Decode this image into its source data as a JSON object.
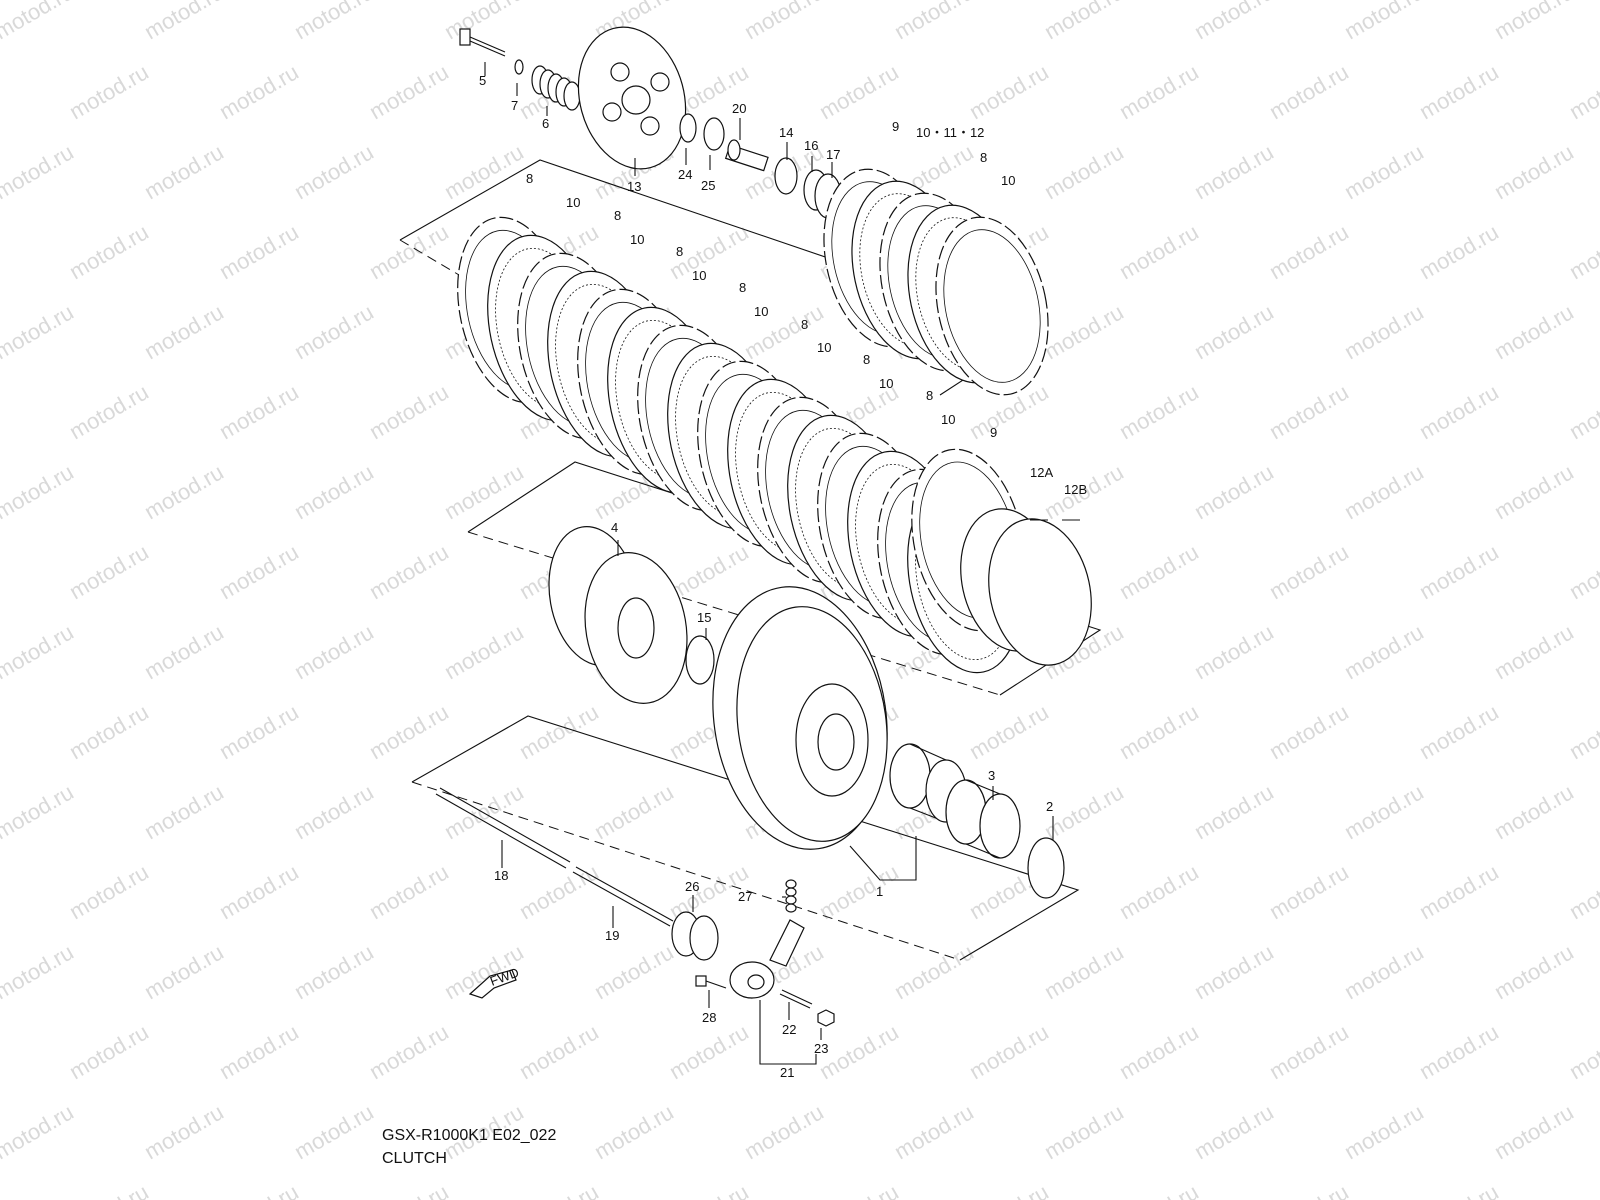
{
  "watermark": "motod.ru",
  "captions": {
    "model_code": "GSX-R1000K1 E02_022",
    "section_name": "CLUTCH"
  },
  "fwd_mark": "FWD",
  "callouts": {
    "c1": "1",
    "c2": "2",
    "c3": "3",
    "c4": "4",
    "c5": "5",
    "c6": "6",
    "c7": "7",
    "c8a": "8",
    "c8b": "8",
    "c8c": "8",
    "c8d": "8",
    "c8e": "8",
    "c8f": "8",
    "c8g": "8",
    "c8h": "8",
    "c9a": "9",
    "c9b": "9",
    "c10a": "10",
    "c10b": "10",
    "c10c": "10",
    "c10d": "10",
    "c10e": "10",
    "c10f": "10",
    "c10g": "10",
    "c10h": "10",
    "c10_11_12": "10・11・12",
    "c12A": "12A",
    "c12B": "12B",
    "c13": "13",
    "c14": "14",
    "c15": "15",
    "c16": "16",
    "c17": "17",
    "c18": "18",
    "c19": "19",
    "c20": "20",
    "c21": "21",
    "c22": "22",
    "c23": "23",
    "c24": "24",
    "c25": "25",
    "c26": "26",
    "c27": "27",
    "c28": "28"
  }
}
